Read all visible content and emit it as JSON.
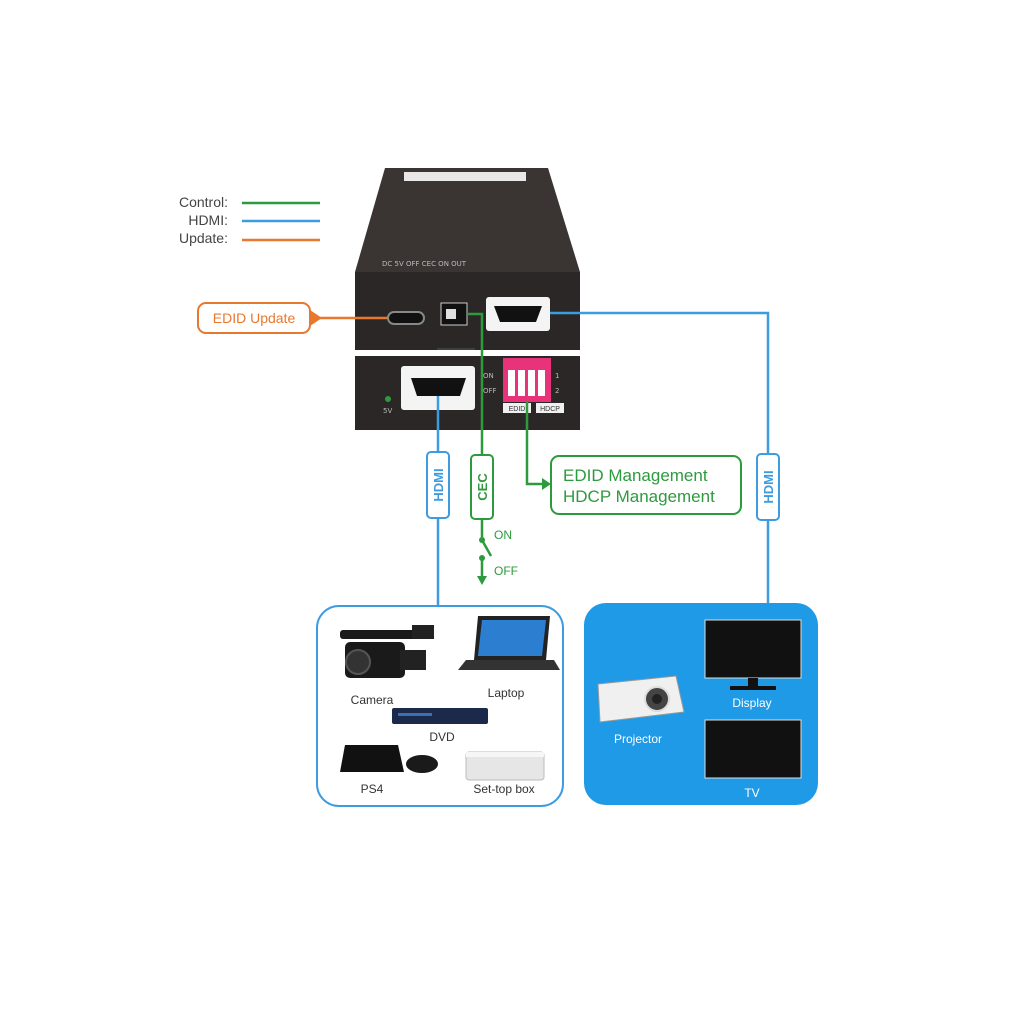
{
  "legend": [
    {
      "label": "Control:",
      "color": "#2e9a3e"
    },
    {
      "label": "HDMI:",
      "color": "#3d9be0"
    },
    {
      "label": "Update:",
      "color": "#e7782e"
    }
  ],
  "device": {
    "top_label": "",
    "port_row_label": "DC 5V  OFF  CEC  ON          OUT",
    "dip_labels": [
      "ON",
      "OFF"
    ],
    "dip_bottom_labels": [
      "EDID",
      "HDCP"
    ],
    "power_led": "5V",
    "dip_numbers": [
      "1",
      "2"
    ]
  },
  "callouts": {
    "edid_update": "EDID Update",
    "management_line1": "EDID Management",
    "management_line2": "HDCP Management"
  },
  "cables": {
    "hdmi_in": "HDMI",
    "cec": "CEC",
    "hdmi_out": "HDMI",
    "switch_on": "ON",
    "switch_off": "OFF"
  },
  "sources": {
    "camera": "Camera",
    "laptop": "Laptop",
    "dvd": "DVD",
    "ps4": "PS4",
    "settop": "Set-top box"
  },
  "displays": {
    "projector": "Projector",
    "display": "Display",
    "tv": "TV"
  },
  "colors": {
    "control": "#2e9a3e",
    "hdmi": "#3d9be0",
    "update": "#e7782e",
    "dip": "#e8337a",
    "sink_panel": "#1f9ae6",
    "device_body": "#2b2726"
  }
}
